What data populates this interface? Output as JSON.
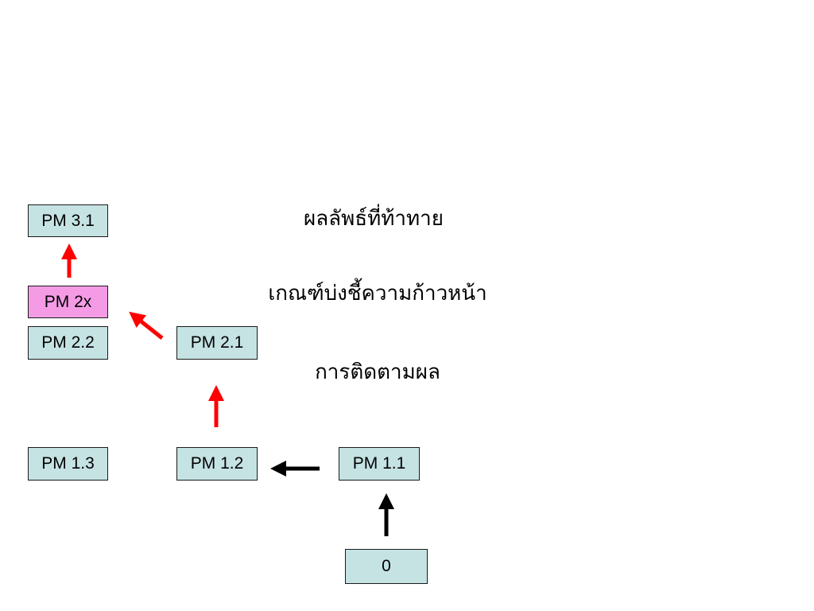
{
  "colors": {
    "box_fill": "#c6e3e3",
    "highlight_fill": "#f59be6",
    "red_arrow": "#ff0000",
    "black_arrow": "#000000"
  },
  "boxes": {
    "pm31": "PM 3.1",
    "pm2x": "PM 2x",
    "pm22": "PM 2.2",
    "pm21": "PM 2.1",
    "pm13": "PM 1.3",
    "pm12": "PM 1.2",
    "pm11": "PM 1.1",
    "start": "0"
  },
  "labels": {
    "outcome": "ผลลัพธ์ที่ท้าทาย",
    "indicator": "เกณฑ์บ่งชี้ความก้าวหน้า",
    "monitoring": "การติดตามผล"
  }
}
